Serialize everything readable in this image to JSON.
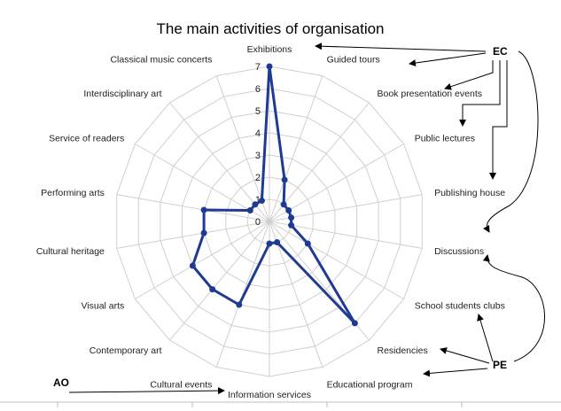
{
  "chart_data": {
    "type": "radar",
    "title": "The main activities of organisation",
    "categories": [
      "Exhibitions",
      "Guided tours",
      "Book presentation events",
      "Public lectures",
      "Publishing house",
      "Discussions",
      "School students clubs",
      "Residencies",
      "Educational program",
      "Information services",
      "Cultural events",
      "Contemporary art",
      "Visual arts",
      "Cultural heritage",
      "Performing arts",
      "Service of readers",
      "Interdisciplinary art",
      "Classical music concerts"
    ],
    "series": [
      {
        "values": [
          7,
          2,
          1,
          1,
          1,
          1,
          2,
          6,
          1,
          1,
          4,
          4,
          4,
          3,
          3,
          1,
          1,
          1
        ]
      }
    ],
    "rlim": [
      0,
      7
    ],
    "ticks": [
      "0",
      "1",
      "2",
      "3",
      "4",
      "5",
      "6",
      "7"
    ],
    "grid": true,
    "colors": {
      "series": "#1f3a93",
      "grid": "#cfcfcf",
      "arrow": "#000000"
    }
  },
  "annotations": {
    "ec": "EC",
    "pe": "PE",
    "ao": "AO"
  }
}
